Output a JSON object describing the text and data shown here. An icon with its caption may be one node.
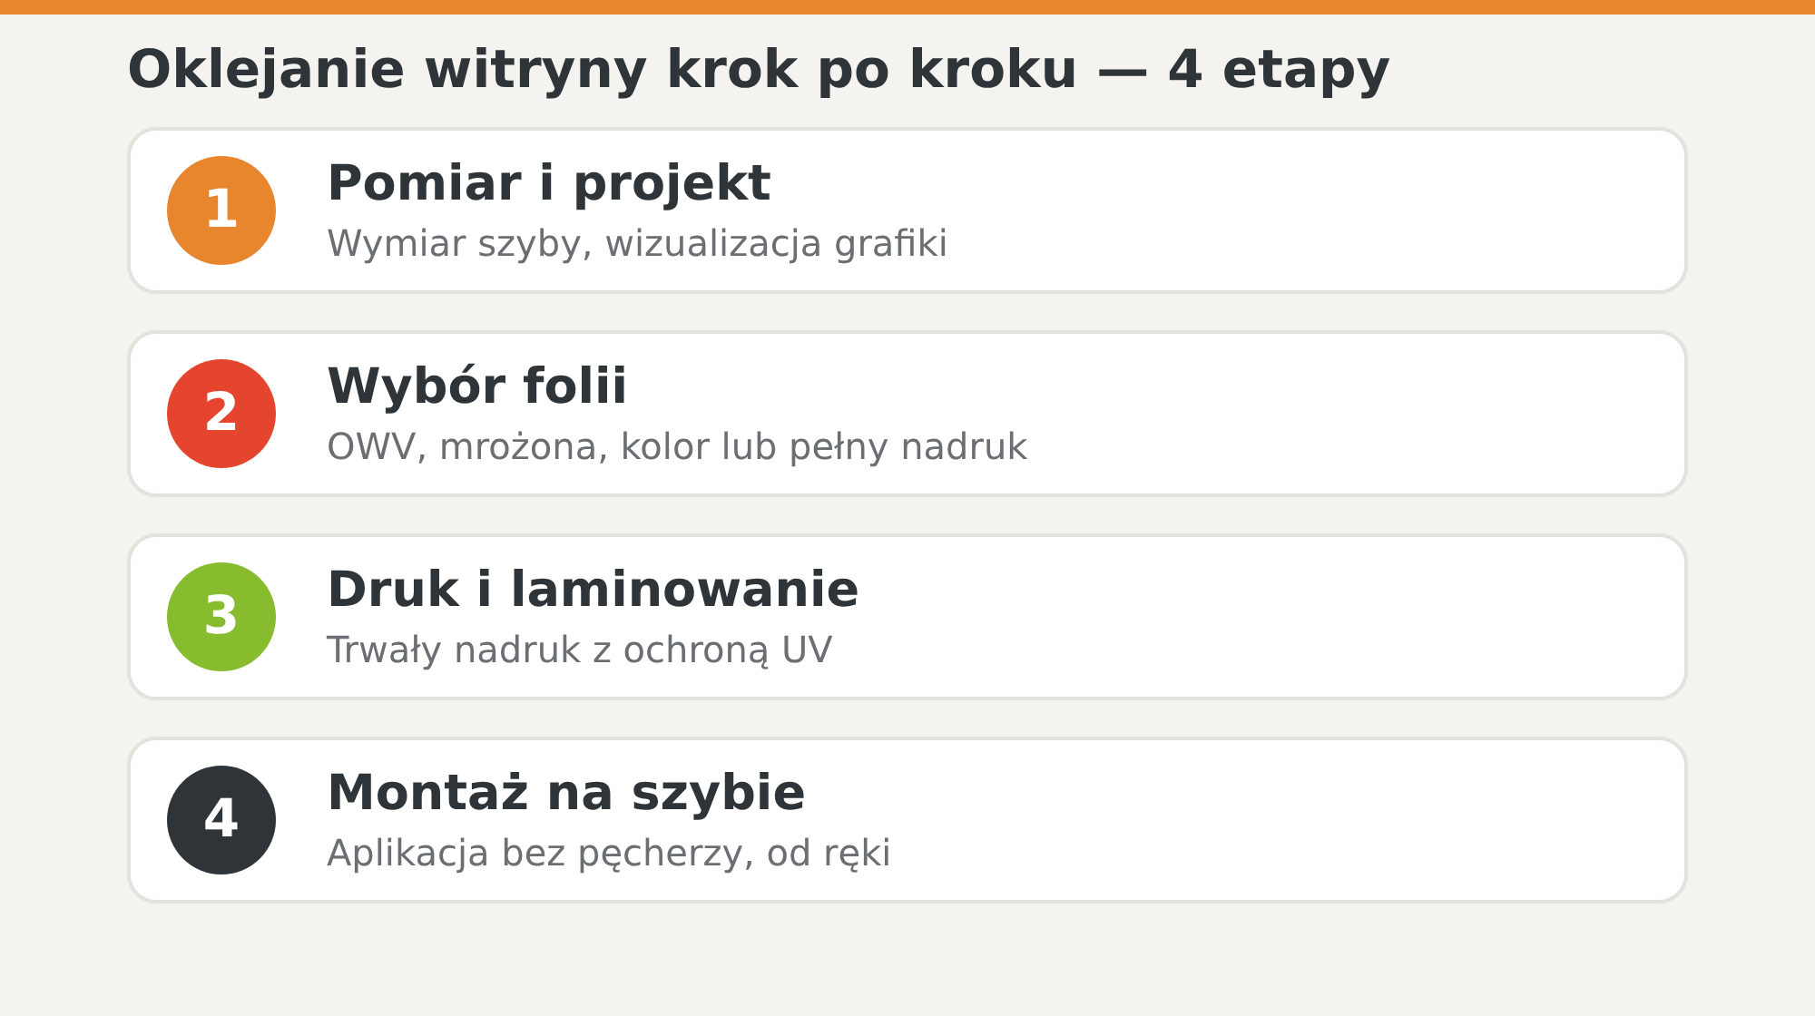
{
  "diagram": {
    "title": "Oklejanie witryny krok po kroku — 4 etapy",
    "nodes": [
      {
        "text": [
          "Pomiar i projekt",
          "Wymiar szyby, wizualizacja grafiki"
        ]
      },
      {
        "text": [
          "1"
        ],
        "in": 0
      },
      {
        "text": [
          "Wybór folii",
          "OWV, mrożona, kolor lub pełny nadruk"
        ]
      },
      {
        "text": [
          "2"
        ],
        "in": 2
      },
      {
        "text": [
          "Druk i laminowanie",
          "Trwały nadruk z ochroną UV"
        ]
      },
      {
        "text": [
          "3"
        ],
        "in": 4
      },
      {
        "text": [
          "Montaż na szybie",
          "Aplikacja bez pęcherzy, od ręki"
        ]
      },
      {
        "text": [
          "4"
        ],
        "in": 6
      }
    ]
  }
}
